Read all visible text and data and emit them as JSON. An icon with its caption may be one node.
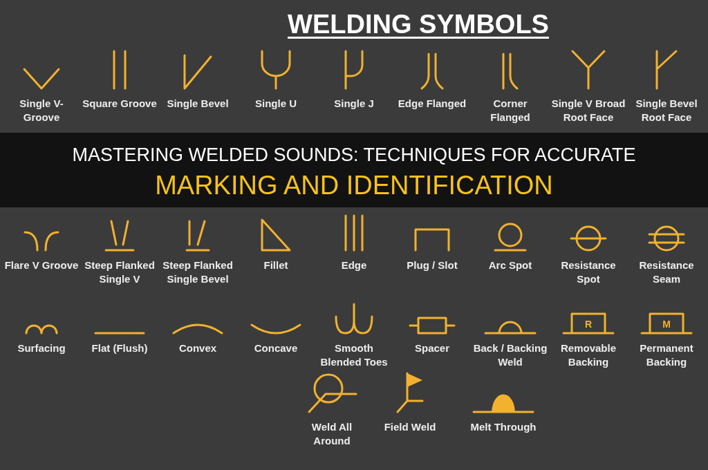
{
  "diagram": {
    "title": "WELDING SYMBOLS",
    "caption": "MASTERING WELDED SOUNDS: TECHNIQUES FOR ACCURATE MARKING AND IDENTIFICATION",
    "labels": [
      "Single V- Groove",
      "Square Groove",
      "Single Bevel",
      "Single U",
      "Single J",
      "Edge Flanged",
      "Corner Flanged",
      "Single V Broad Root Face",
      "Single Bevel Root Face",
      "Flare V Groove",
      "Steep Flanked Single V",
      "Steep Flanked Single Bevel",
      "Fillet",
      "Edge",
      "Plug / Slot",
      "Arc Spot",
      "Resistance Spot",
      "Resistance Seam",
      "Surfacing",
      "Flat (Flush)",
      "Convex",
      "Concave",
      "Smooth Blended Toes",
      "Spacer",
      "Back / Backing Weld",
      "R",
      "Removable Backing",
      "M",
      "Permanent Backing",
      "Weld All Around",
      "Field Weld",
      "Melt Through"
    ]
  }
}
